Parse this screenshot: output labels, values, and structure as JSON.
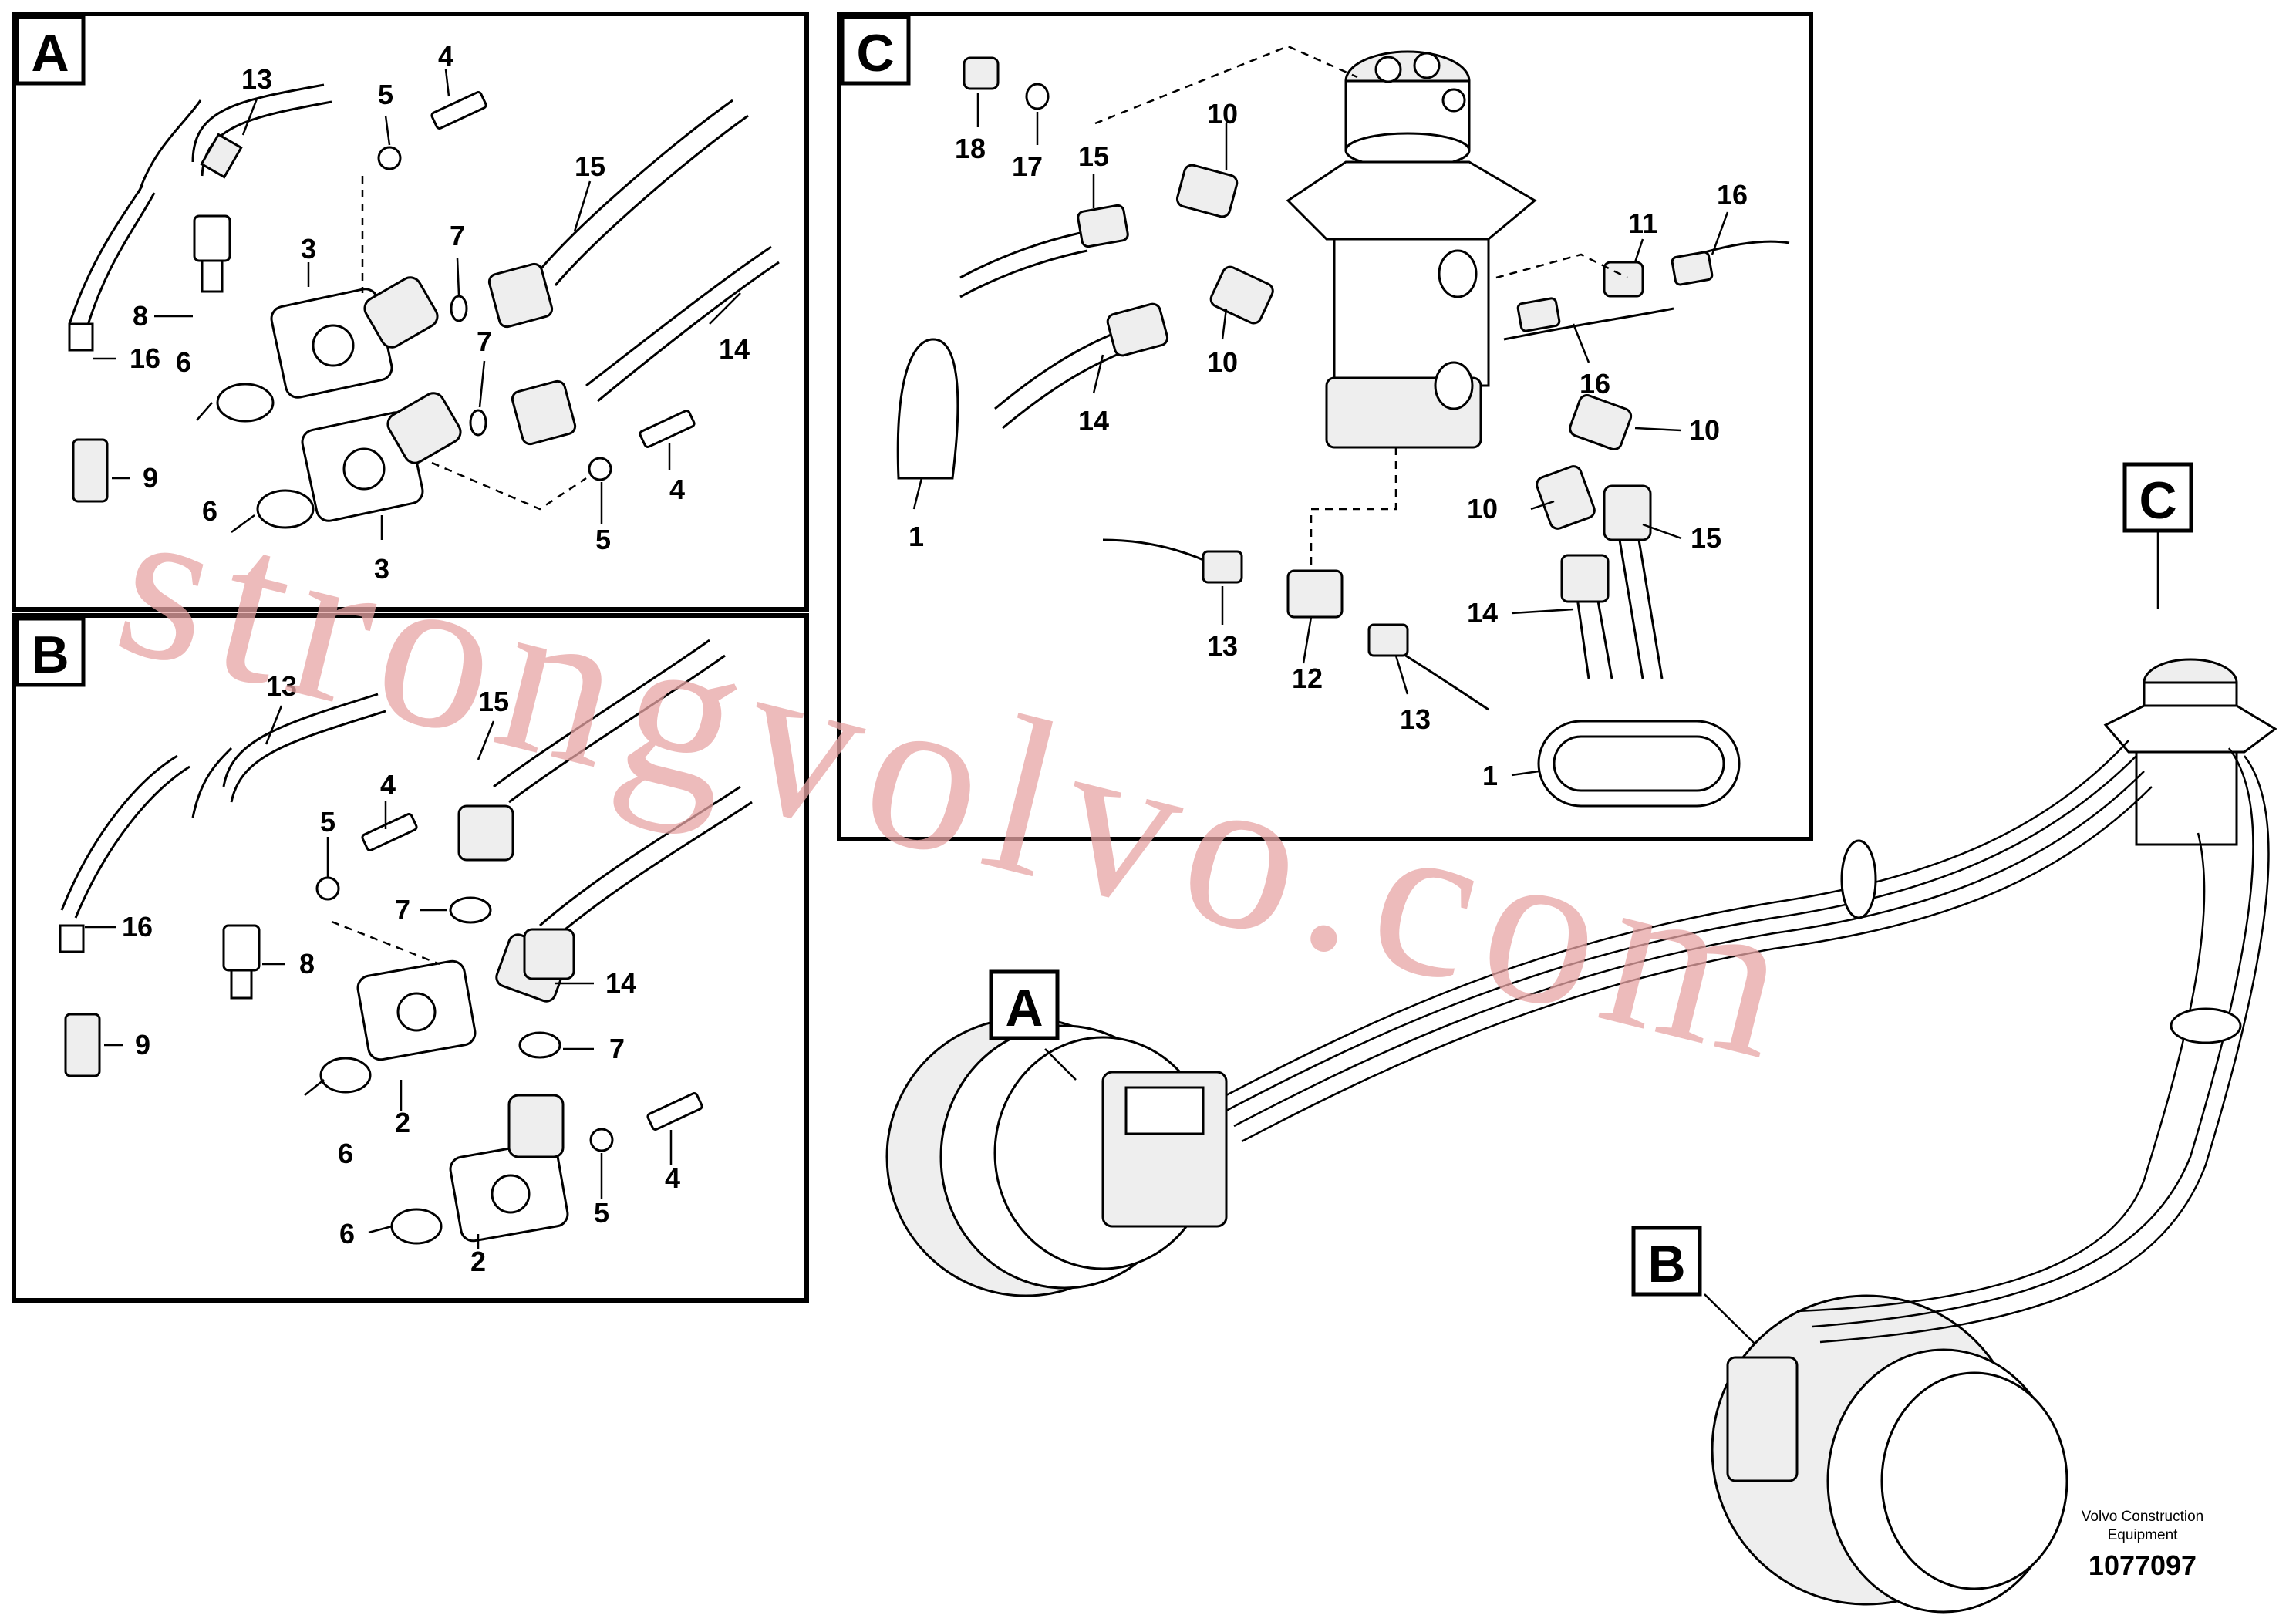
{
  "panels": {
    "A": {
      "tag": "A",
      "labels": [
        "13",
        "5",
        "4",
        "15",
        "3",
        "7",
        "8",
        "16",
        "7",
        "14",
        "6",
        "9",
        "6",
        "5",
        "4",
        "3"
      ]
    },
    "B": {
      "tag": "B",
      "labels": [
        "13",
        "15",
        "4",
        "5",
        "16",
        "7",
        "8",
        "14",
        "9",
        "7",
        "2",
        "6",
        "4",
        "5",
        "6",
        "2"
      ]
    },
    "C": {
      "tag": "C",
      "labels": [
        "18",
        "17",
        "15",
        "10",
        "16",
        "11",
        "10",
        "14",
        "16",
        "1",
        "10",
        "10",
        "15",
        "14",
        "13",
        "12",
        "13",
        "1"
      ]
    }
  },
  "overview": {
    "callouts": [
      "A",
      "B",
      "C"
    ]
  },
  "watermark": "strongvolvo.com",
  "footer": {
    "brand_line1": "Volvo Construction",
    "brand_line2": "Equipment",
    "drawing_number": "1077097"
  }
}
